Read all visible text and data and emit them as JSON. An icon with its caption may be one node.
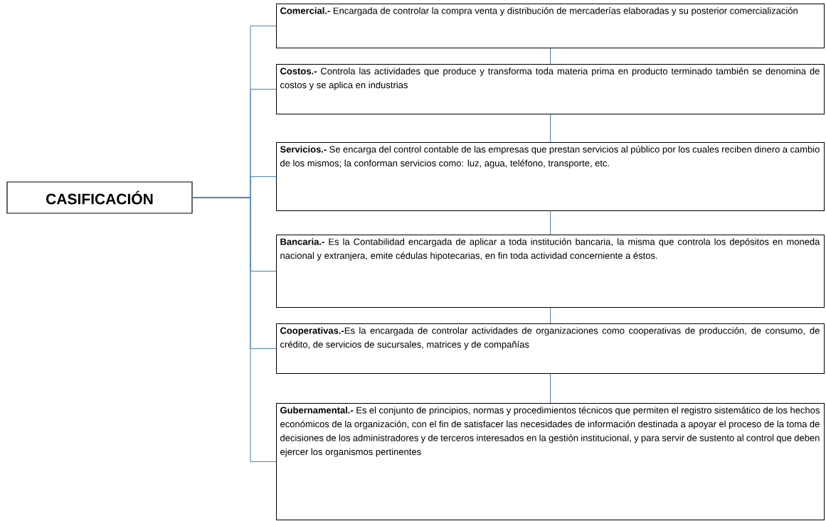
{
  "diagram": {
    "nodes": [
      {
        "text": [
          "CASIFICACIÓN"
        ]
      },
      {
        "text": [
          "**Comercial.-** Encargada de controlar la compra venta y distribución de mercaderías elaboradas y su posterior comercialización"
        ]
      },
      {
        "text": [
          "**Costos.-** Controla las actividades que produce y transforma toda materia prima en producto terminado también se denomina de costos y se aplica en industrias"
        ]
      },
      {
        "text": [
          "**Servicios.-** Se encarga del control contable de las empresas que prestan servicios al público por los cuales reciben dinero a cambio de los mismos; la conforman servicios como: luz, agua, teléfono, transporte, etc."
        ]
      },
      {
        "text": [
          "**Bancaria.-** Es la Contabilidad encargada de aplicar a toda institución bancaria, la misma que controla los depósitos en moneda nacional y extranjera, emite cédulas hipotecarias, en fin toda actividad concerniente a éstos."
        ]
      },
      {
        "text": [
          "**Cooperativas.-**Es la encargada de controlar actividades de organizaciones como cooperativas de producción, de consumo, de crédito, de servicios de sucursales, matrices y de compañías"
        ]
      },
      {
        "text": [
          "**Gubernamental.-** Es el conjunto de principios, normas y procedimientos técnicos que permiten el registro sistemático de los hechos económicos de la organización, con el fin de satisfacer las necesidades de información destinada a apoyar el proceso de la toma de decisiones de los administradores y de terceros interesados en la gestión institucional, y para servir de sustento al control que deben ejercer los organismos pertinentes"
        ]
      }
    ],
    "edges": [
      {
        "from": 0,
        "to": 1,
        "arrow": "none"
      },
      {
        "from": 0,
        "to": 2,
        "arrow": "none"
      },
      {
        "from": 0,
        "to": 3,
        "arrow": "none"
      },
      {
        "from": 0,
        "to": 4,
        "arrow": "none"
      },
      {
        "from": 0,
        "to": 5,
        "arrow": "none"
      },
      {
        "from": 0,
        "to": 6,
        "arrow": "none"
      },
      {
        "from": 1,
        "to": 2,
        "arrow": "none"
      },
      {
        "from": 2,
        "to": 3,
        "arrow": "none"
      },
      {
        "from": 3,
        "to": 4,
        "arrow": "none"
      },
      {
        "from": 4,
        "to": 5,
        "arrow": "none"
      },
      {
        "from": 5,
        "to": 6,
        "arrow": "none"
      }
    ]
  }
}
